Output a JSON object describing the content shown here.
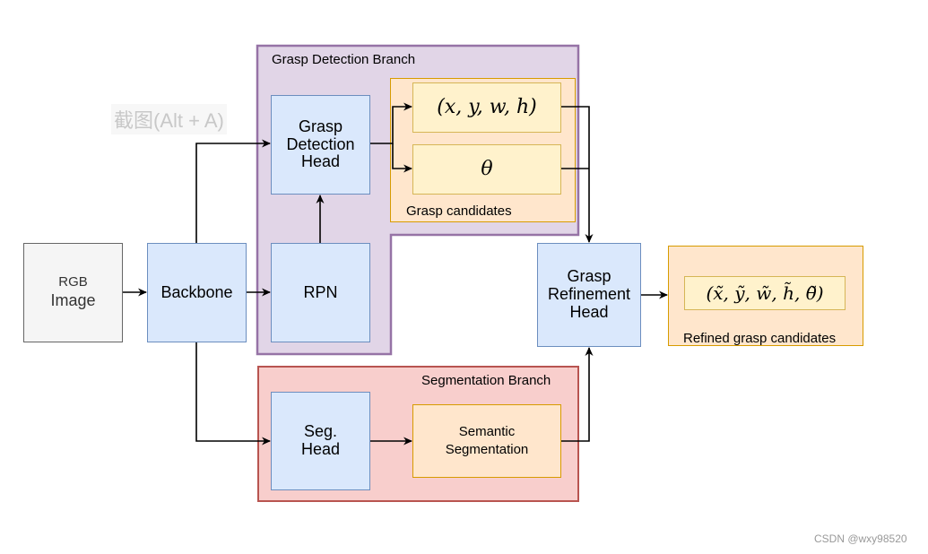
{
  "watermark": "截图(Alt + A)",
  "credit": "CSDN @wxy98520",
  "branches": {
    "grasp_detection": "Grasp Detection Branch",
    "segmentation": "Segmentation Branch"
  },
  "nodes": {
    "rgb_line1": "RGB",
    "rgb_line2": "Image",
    "backbone": "Backbone",
    "rpn": "RPN",
    "grasp_detection_head": [
      "Grasp",
      "Detection",
      "Head"
    ],
    "seg_head": [
      "Seg.",
      "Head"
    ],
    "semantic_segmentation": [
      "Semantic",
      "Segmentation"
    ],
    "grasp_refinement_head": [
      "Grasp",
      "Refinement",
      "Head"
    ],
    "xywh": "(x, y, w, h)",
    "theta": "θ",
    "grasp_candidates": "Grasp candidates",
    "refined_params": "(x̃, ỹ, w̃, h̃, θ̃)",
    "refined_candidates": "Refined grasp candidates"
  }
}
